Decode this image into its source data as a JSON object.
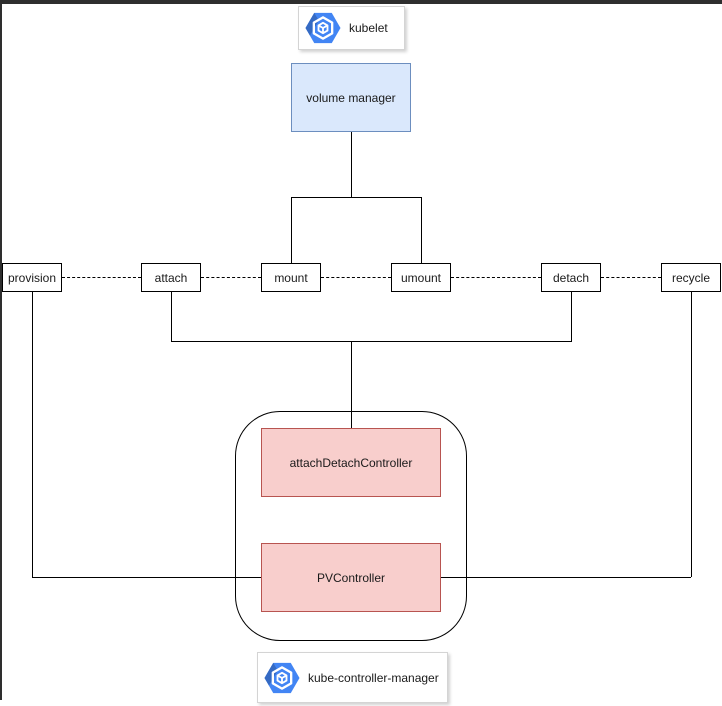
{
  "diagram": {
    "kubelet": {
      "label": "kubelet"
    },
    "volume_manager": {
      "label": "volume manager"
    },
    "operations": [
      {
        "label": "provision"
      },
      {
        "label": "attach"
      },
      {
        "label": "mount"
      },
      {
        "label": "umount"
      },
      {
        "label": "detach"
      },
      {
        "label": "recycle"
      }
    ],
    "controllers": {
      "attach_detach": {
        "label": "attachDetachController"
      },
      "pv": {
        "label": "PVController"
      }
    },
    "kube_controller_manager": {
      "label": "kube-controller-manager"
    }
  },
  "colors": {
    "node_blue_fill": "#dae8fc",
    "node_blue_border": "#6c8ebf",
    "node_red_fill": "#f8cecc",
    "node_red_border": "#b85450",
    "k8s_icon_blue": "#4285f4",
    "line": "#000000",
    "frame": "#2e2e2e"
  }
}
